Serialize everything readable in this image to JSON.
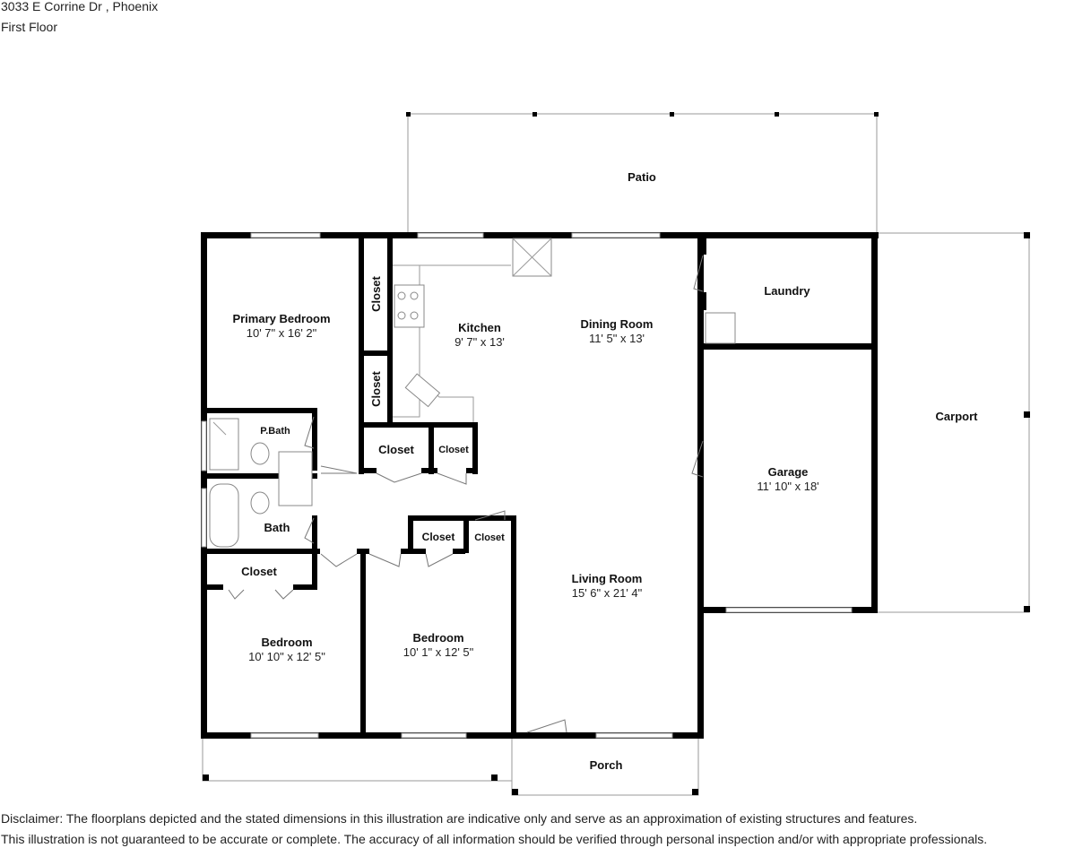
{
  "header": {
    "address": "3033 E Corrine Dr , Phoenix",
    "floor": "First Floor"
  },
  "rooms": {
    "patio": {
      "name": "Patio"
    },
    "primary_bedroom": {
      "name": "Primary Bedroom",
      "dims": "10' 7\" x 16' 2\""
    },
    "closet_pb1": {
      "name": "Closet"
    },
    "closet_pb2": {
      "name": "Closet"
    },
    "kitchen": {
      "name": "Kitchen",
      "dims": "9' 7\" x 13'"
    },
    "dining_room": {
      "name": "Dining Room",
      "dims": "11' 5\" x 13'"
    },
    "laundry": {
      "name": "Laundry"
    },
    "carport": {
      "name": "Carport"
    },
    "p_bath": {
      "name": "P.Bath"
    },
    "closet_hall1": {
      "name": "Closet"
    },
    "closet_hall2": {
      "name": "Closet"
    },
    "garage": {
      "name": "Garage",
      "dims": "11' 10\" x 18'"
    },
    "bath": {
      "name": "Bath"
    },
    "closet_b2a": {
      "name": "Closet"
    },
    "closet_b2b": {
      "name": "Closet"
    },
    "closet_bed1": {
      "name": "Closet"
    },
    "living_room": {
      "name": "Living Room",
      "dims": "15' 6\" x 21' 4\""
    },
    "bedroom_1": {
      "name": "Bedroom",
      "dims": "10' 10\" x 12' 5\""
    },
    "bedroom_2": {
      "name": "Bedroom",
      "dims": "10' 1\" x 12' 5\""
    },
    "porch": {
      "name": "Porch"
    }
  },
  "disclaimer": {
    "line1": "Disclaimer: The floorplans depicted and the stated dimensions in this illustration are indicative only and serve as an approximation of existing structures and features.",
    "line2": "This illustration is not guaranteed to be accurate or complete. The accuracy of all information should be verified through personal inspection and/or with appropriate professionals."
  }
}
